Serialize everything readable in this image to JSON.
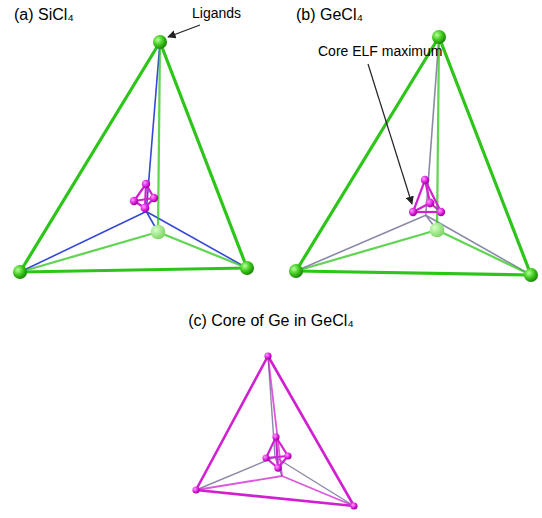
{
  "diagram": {
    "labels": [
      "(a) SiCl₄",
      "Ligands",
      "(b) GeCl₄",
      "Core ELF maximum",
      "(c) Core of Ge in GeCl₄"
    ]
  }
}
